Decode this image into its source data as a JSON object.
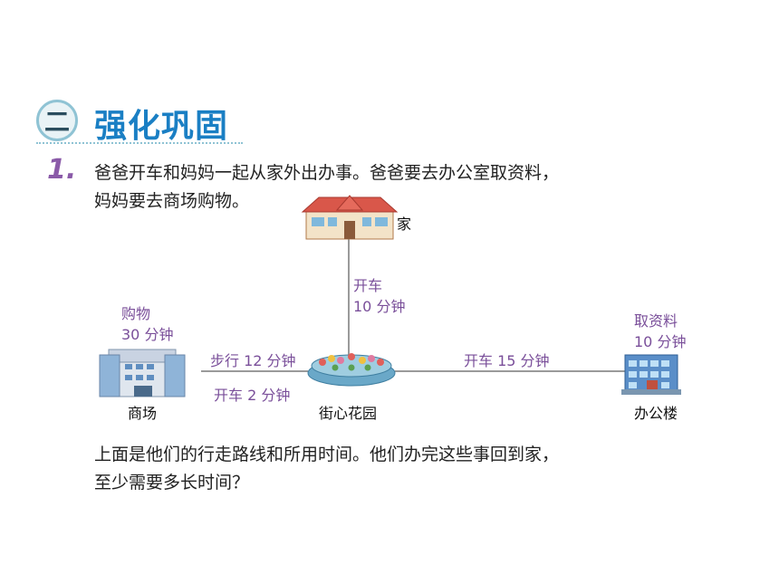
{
  "section": {
    "badge": "二",
    "title": "强化巩固"
  },
  "problem": {
    "number": "1.",
    "intro_line1": "爸爸开车和妈妈一起从家外出办事。爸爸要去办公室取资料，",
    "intro_line2": "妈妈要去商场购物。",
    "question_line1": "上面是他们的行走路线和所用时间。他们办完这些事回到家，",
    "question_line2": "至少需要多长时间？"
  },
  "diagram": {
    "home_label": "家",
    "home_route_mode": "开车",
    "home_route_time": "10 分钟",
    "mall_task": "购物",
    "mall_task_time": "30 分钟",
    "mall_label": "商场",
    "walk_route": "步行 12 分钟",
    "drive_route_short": "开车 2 分钟",
    "garden_label": "街心花园",
    "office_route": "开车 15 分钟",
    "office_task": "取资料",
    "office_task_time": "10 分钟",
    "office_label": "办公楼",
    "colors": {
      "line": "#9a9a9a",
      "purple_text": "#7a4f9a",
      "title_blue": "#1a7fc4"
    }
  }
}
